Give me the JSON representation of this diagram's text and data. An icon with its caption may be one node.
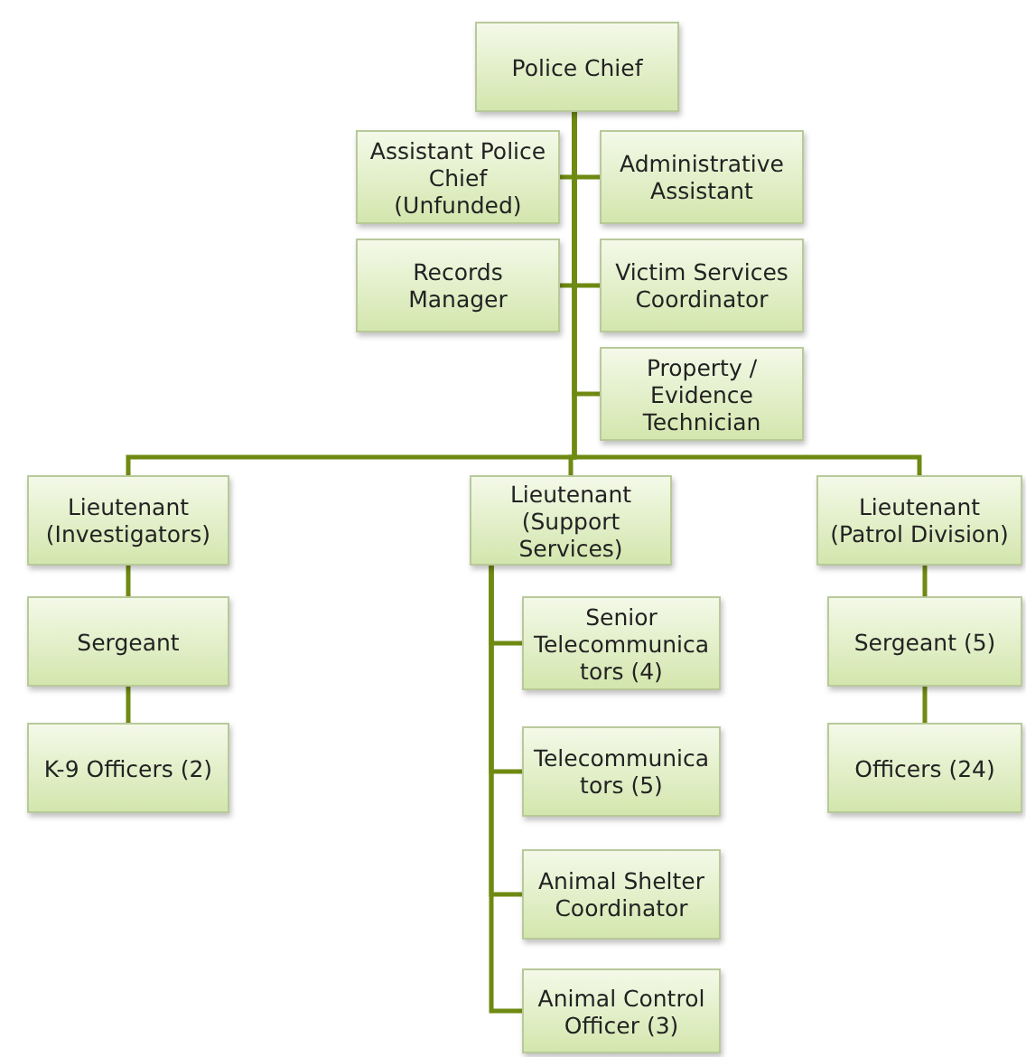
{
  "diagram": {
    "nodes": [
      {
        "text": [
          "Police Chief"
        ]
      },
      {
        "text": [
          "Assistant Police Chief (Unfunded)"
        ]
      },
      {
        "text": [
          "Administrative Assistant"
        ]
      },
      {
        "text": [
          "Records Manager"
        ]
      },
      {
        "text": [
          "Victim Services Coordinator"
        ]
      },
      {
        "text": [
          "Property / Evidence Technician"
        ]
      },
      {
        "text": [
          "Lieutenant (Investigators)"
        ]
      },
      {
        "text": [
          "Sergeant"
        ]
      },
      {
        "text": [
          "K-9 Officers (2)"
        ]
      },
      {
        "text": [
          "Lieutenant (Support Services)"
        ]
      },
      {
        "text": [
          "Senior Telecommunicators (4)"
        ]
      },
      {
        "text": [
          "Telecommunicators (5)"
        ]
      },
      {
        "text": [
          "Animal Shelter Coordinator"
        ]
      },
      {
        "text": [
          "Animal Control Officer (3)"
        ]
      },
      {
        "text": [
          "Lieutenant (Patrol Division)"
        ]
      },
      {
        "text": [
          "Sergeant (5)"
        ]
      },
      {
        "text": [
          "Officers (24)"
        ]
      }
    ],
    "edges": [
      {
        "from": 0,
        "to": 1,
        "arrow": "none"
      },
      {
        "from": 0,
        "to": 2,
        "arrow": "none"
      },
      {
        "from": 0,
        "to": 3,
        "arrow": "none"
      },
      {
        "from": 0,
        "to": 4,
        "arrow": "none"
      },
      {
        "from": 0,
        "to": 5,
        "arrow": "none"
      },
      {
        "from": 0,
        "to": 6,
        "arrow": "none"
      },
      {
        "from": 0,
        "to": 9,
        "arrow": "none"
      },
      {
        "from": 0,
        "to": 14,
        "arrow": "none"
      },
      {
        "from": 6,
        "to": 7,
        "arrow": "none"
      },
      {
        "from": 7,
        "to": 8,
        "arrow": "none"
      },
      {
        "from": 9,
        "to": 10,
        "arrow": "none"
      },
      {
        "from": 9,
        "to": 11,
        "arrow": "none"
      },
      {
        "from": 9,
        "to": 12,
        "arrow": "none"
      },
      {
        "from": 9,
        "to": 13,
        "arrow": "none"
      },
      {
        "from": 14,
        "to": 15,
        "arrow": "none"
      },
      {
        "from": 15,
        "to": 16,
        "arrow": "none"
      }
    ]
  }
}
